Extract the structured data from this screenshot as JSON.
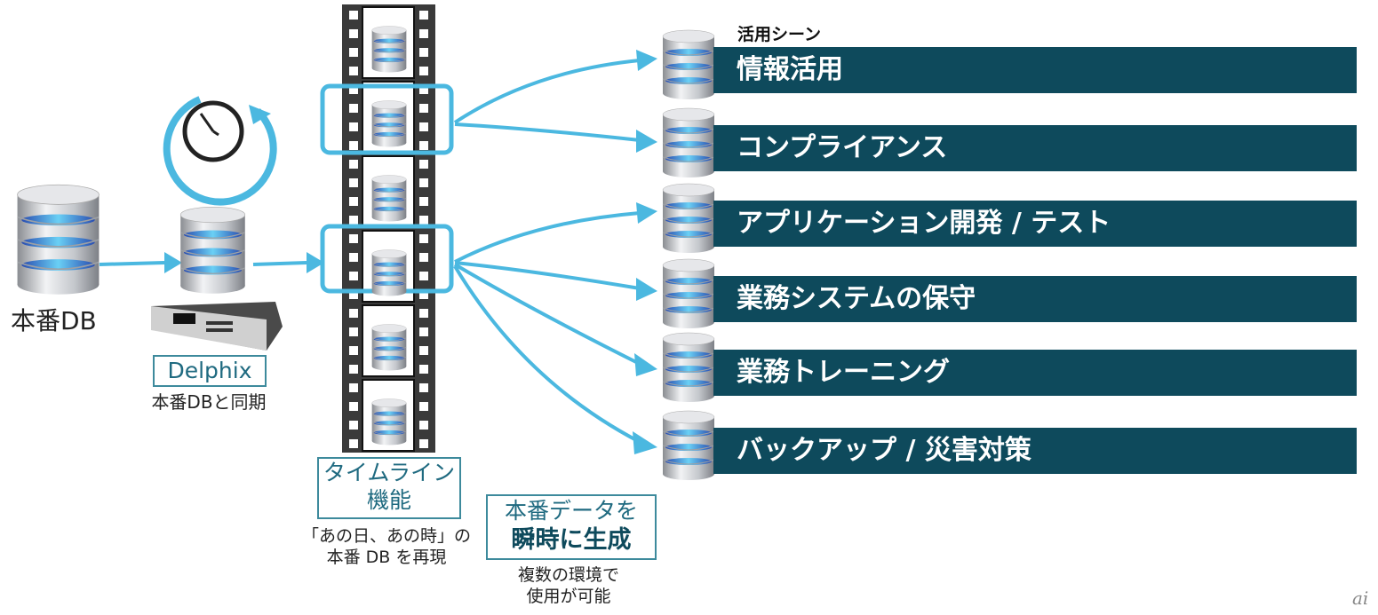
{
  "source_db_label": "本番DB",
  "delphix": {
    "name": "Delphix",
    "caption": "本番DBと同期"
  },
  "timeline": {
    "title_line1": "タイムライン",
    "title_line2": "機能",
    "caption_line1": "「あの日、あの時」の",
    "caption_line2": "本番 DB を再現"
  },
  "instant": {
    "title_line1": "本番データを",
    "title_line2": "瞬時に生成",
    "caption_line1": "複数の環境で",
    "caption_line2": "使用が可能"
  },
  "scenes": {
    "title": "活用シーン",
    "items": [
      {
        "label": "情報活用"
      },
      {
        "label": "コンプライアンス"
      },
      {
        "label": "アプリケーション開発 / テスト"
      },
      {
        "label": "業務システムの保守"
      },
      {
        "label": "業務トレーニング"
      },
      {
        "label": "バックアップ / 災害対策"
      }
    ]
  },
  "watermark": "ai",
  "colors": {
    "accent": "#4bb8e0",
    "bar": "#0e4a5c",
    "box_border": "#3d8a9c"
  }
}
